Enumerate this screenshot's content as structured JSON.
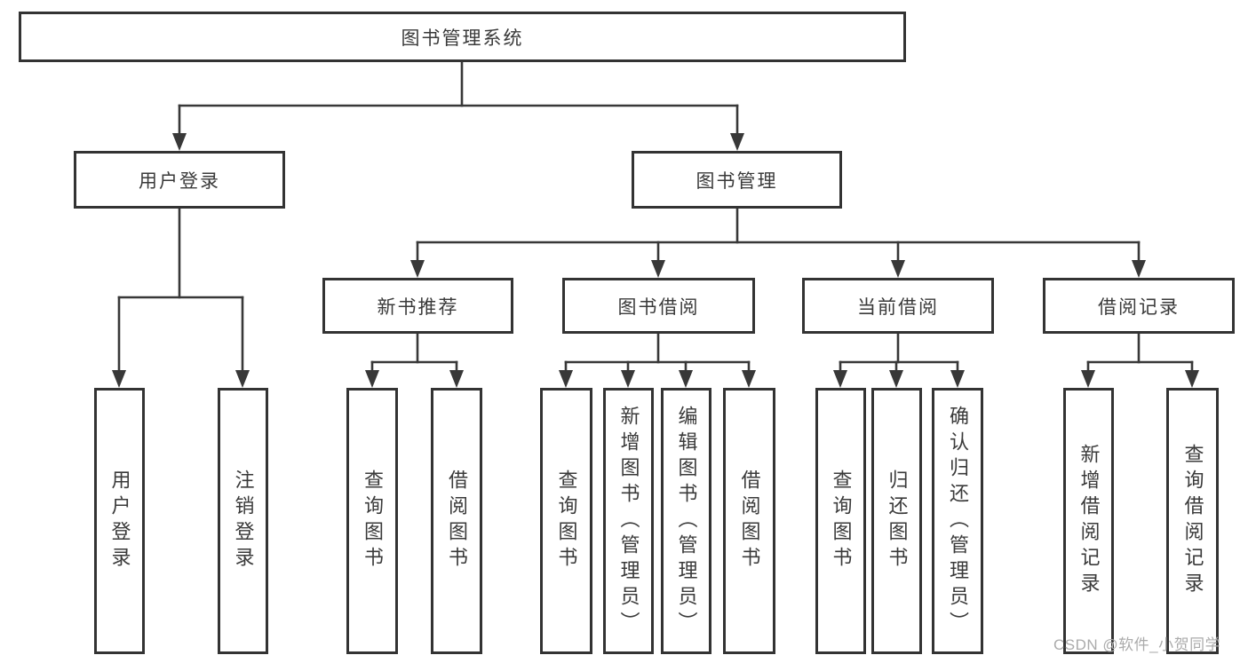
{
  "diagram": {
    "root": "图书管理系统",
    "branches": {
      "user_login": {
        "label": "用户登录",
        "children": [
          "用户登录",
          "注销登录"
        ]
      },
      "book_management": {
        "label": "图书管理",
        "children": {
          "new_books": {
            "label": "新书推荐",
            "children": [
              "查询图书",
              "借阅图书"
            ]
          },
          "book_borrowing": {
            "label": "图书借阅",
            "children": [
              "查询图书",
              "新增图书（管理员）",
              "编辑图书（管理员）",
              "借阅图书"
            ]
          },
          "current_borrowing": {
            "label": "当前借阅",
            "children": [
              "查询图书",
              "归还图书",
              "确认归还（管理员）"
            ]
          },
          "borrowing_records": {
            "label": "借阅记录",
            "children": [
              "新增借阅记录",
              "查询借阅记录"
            ]
          }
        }
      }
    }
  },
  "watermark": "CSDN @软件_小贺同学",
  "colors": {
    "line": "#383838",
    "box_border": "#333333",
    "text": "#3a3a3a",
    "watermark": "#ababab",
    "background": "#ffffff"
  }
}
